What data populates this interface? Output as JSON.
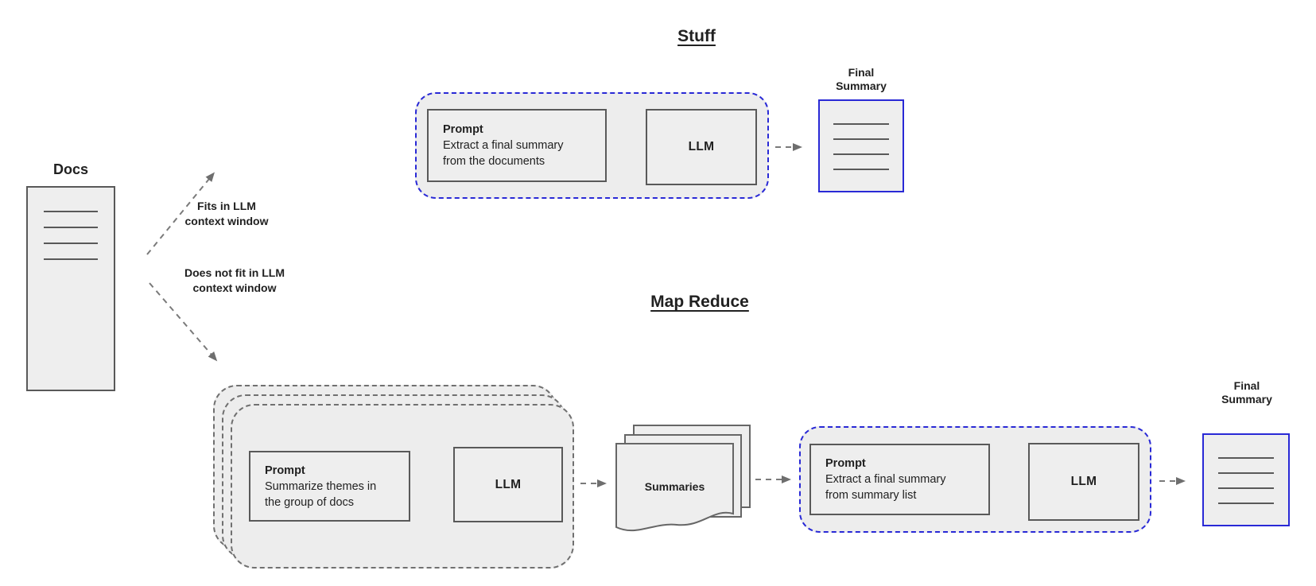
{
  "colors": {
    "background": "#ffffff",
    "box_fill": "#eeeeee",
    "container_fill": "#ededed",
    "box_border_gray": "#595959",
    "dash_gray": "#707070",
    "arrow_gray": "#6e6e6e",
    "accent_blue": "#2929d6",
    "text": "#212121"
  },
  "docs": {
    "label": "Docs"
  },
  "branches": {
    "fits_line1": "Fits in LLM",
    "fits_line2": "context window",
    "nofit_line1": "Does not fit in LLM",
    "nofit_line2": "context window"
  },
  "stuff": {
    "title": "Stuff",
    "prompt_heading": "Prompt",
    "prompt_line1": "Extract a final summary",
    "prompt_line2": "from the documents",
    "llm": "LLM",
    "final_line1": "Final",
    "final_line2": "Summary"
  },
  "map_reduce": {
    "title": "Map Reduce",
    "map_prompt_heading": "Prompt",
    "map_prompt_line1": "Summarize themes in",
    "map_prompt_line2": "the group of docs",
    "map_llm": "LLM",
    "summaries": "Summaries",
    "reduce_prompt_heading": "Prompt",
    "reduce_prompt_line1": "Extract a final summary",
    "reduce_prompt_line2": "from summary list",
    "reduce_llm": "LLM",
    "final_line1": "Final",
    "final_line2": "Summary"
  }
}
